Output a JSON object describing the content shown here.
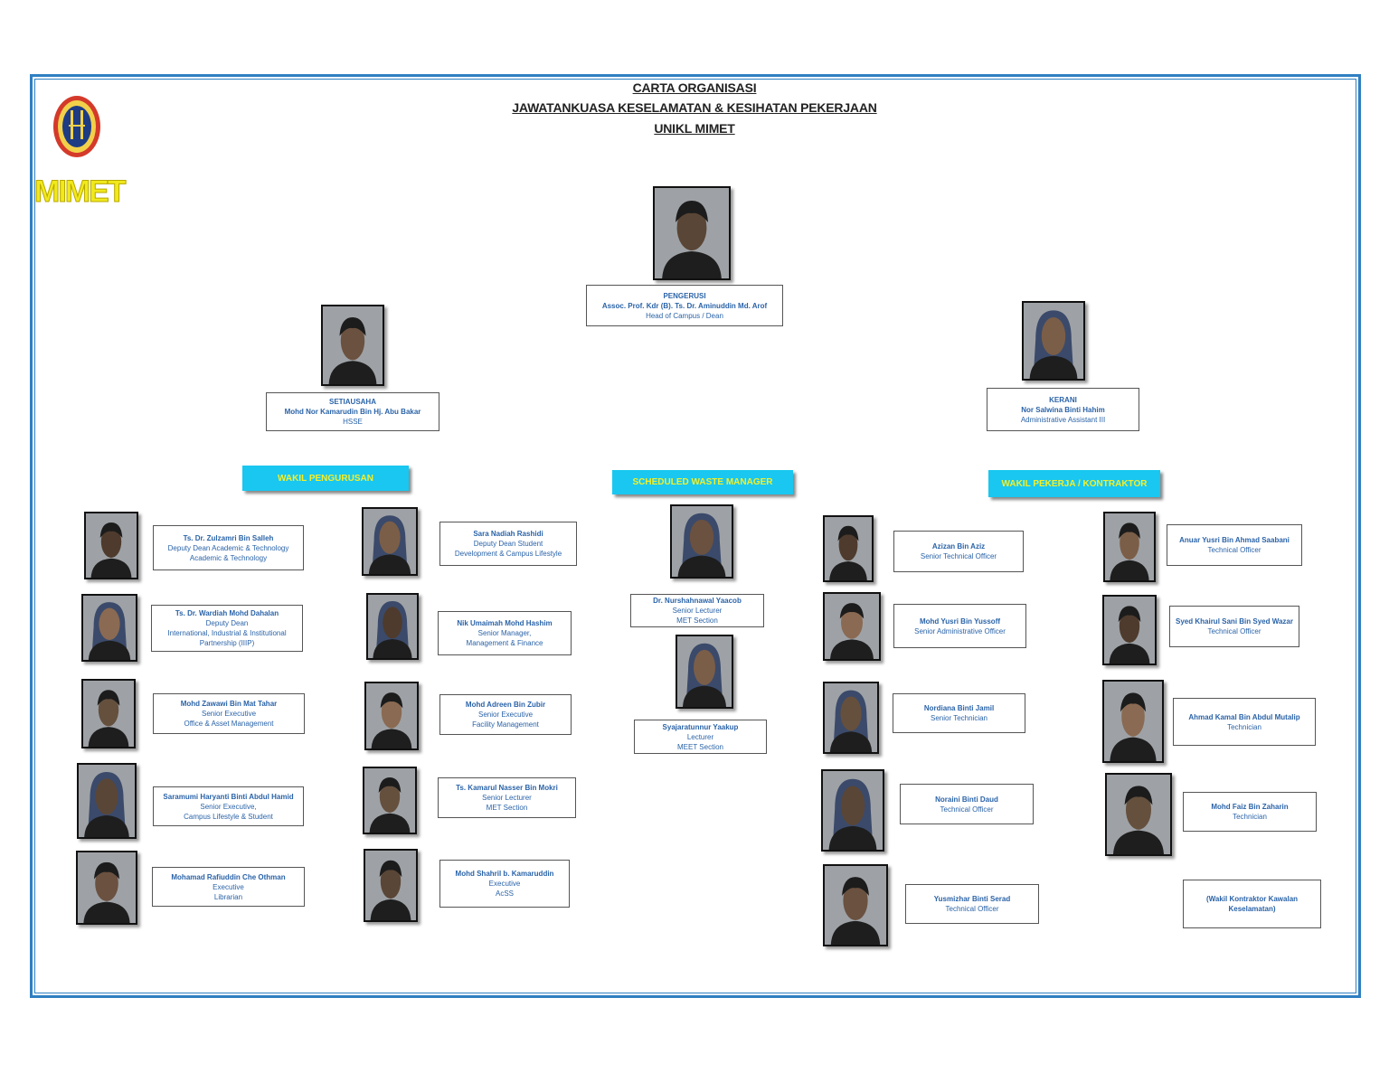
{
  "titles": {
    "line1": "CARTA ORGANISASI",
    "line2": "JAWATANKUASA KESELAMATAN & KESIHATAN PEKERJAAN",
    "line3": "UNIKL MIMET"
  },
  "logo_text": "MIMET",
  "chairman": {
    "role": "PENGERUSI",
    "name": "Assoc. Prof. Kdr (B). Ts. Dr. Aminuddin Md. Arof",
    "title": "Head of Campus / Dean"
  },
  "secretary": {
    "role": "SETIAUSAHA",
    "name": "Mohd Nor Kamarudin Bin Hj. Abu Bakar",
    "title": "HSSE"
  },
  "clerk": {
    "role": "KERANI",
    "name": "Nor Salwina Binti Hahim",
    "title": "Administrative Assistant III"
  },
  "headers": {
    "management": "WAKIL PENGURUSAN",
    "waste": "SCHEDULED WASTE MANAGER",
    "workers": "WAKIL PEKERJA / KONTRAKTOR"
  },
  "management_left": [
    {
      "name": "Ts. Dr. Zulzamri Bin Salleh",
      "l2": "Deputy Dean Academic & Technology",
      "l3": "Academic & Technology"
    },
    {
      "name": "Ts. Dr. Wardiah Mohd Dahalan",
      "l2": "Deputy Dean",
      "l3": "International, Industrial & Institutional Partnership (IIIP)"
    },
    {
      "name": "Mohd Zawawi Bin Mat Tahar",
      "l2": "Senior Executive",
      "l3": "Office & Asset Management"
    },
    {
      "name": "Saramumi Haryanti Binti Abdul Hamid",
      "l2": "Senior Executive,",
      "l3": "Campus Lifestyle & Student"
    },
    {
      "name": "Mohamad Rafiuddin Che Othman",
      "l2": "Executive",
      "l3": "Librarian"
    }
  ],
  "management_right": [
    {
      "name": "Sara Nadiah Rashidi",
      "l2": "Deputy Dean Student",
      "l3": "Development & Campus Lifestyle"
    },
    {
      "name": "Nik Umaimah Mohd Hashim",
      "l2": "Senior Manager,",
      "l3": "Management & Finance"
    },
    {
      "name": "Mohd Adreen Bin Zubir",
      "l2": "Senior Executive",
      "l3": "Facility Management"
    },
    {
      "name": "Ts. Kamarul Nasser Bin Mokri",
      "l2": "Senior Lecturer",
      "l3": "MET Section"
    },
    {
      "name": "Mohd Shahril b. Kamaruddin",
      "l2": "Executive",
      "l3": "AcSS"
    }
  ],
  "waste": [
    {
      "name": "Dr. Nurshahnawal Yaacob",
      "l2": "Senior Lecturer",
      "l3": "MET Section"
    },
    {
      "name": "Syajaratunnur Yaakup",
      "l2": "Lecturer",
      "l3": "MEET Section"
    }
  ],
  "workers_left": [
    {
      "name": "Azizan Bin Aziz",
      "l2": "Senior Technical Officer"
    },
    {
      "name": "Mohd Yusri Bin Yussoff",
      "l2": "Senior Administrative Officer"
    },
    {
      "name": "Nordiana Binti Jamil",
      "l2": "Senior Technician"
    },
    {
      "name": "Noraini Binti Daud",
      "l2": "Technical Officer"
    },
    {
      "name": "Yusmizhar Binti Serad",
      "l2": "Technical Officer"
    }
  ],
  "workers_right": [
    {
      "name": "Anuar Yusri Bin Ahmad Saabani",
      "l2": "Technical Officer"
    },
    {
      "name": "Syed Khairul Sani Bin Syed Wazar",
      "l2": "Technical Officer"
    },
    {
      "name": "Ahmad Kamal Bin Abdul Mutalip",
      "l2": "Technician"
    },
    {
      "name": "Mohd Faiz Bin Zaharin",
      "l2": "Technician"
    },
    {
      "name": "(Wakil Kontraktor Kawalan Keselamatan)",
      "l2": ""
    }
  ],
  "colors": {
    "frame": "#2f7fc1",
    "header_bg": "#19c7f0",
    "header_text": "#f4ef2a",
    "card_text": "#2a63a8",
    "logo_yellow": "#f1e91c"
  }
}
